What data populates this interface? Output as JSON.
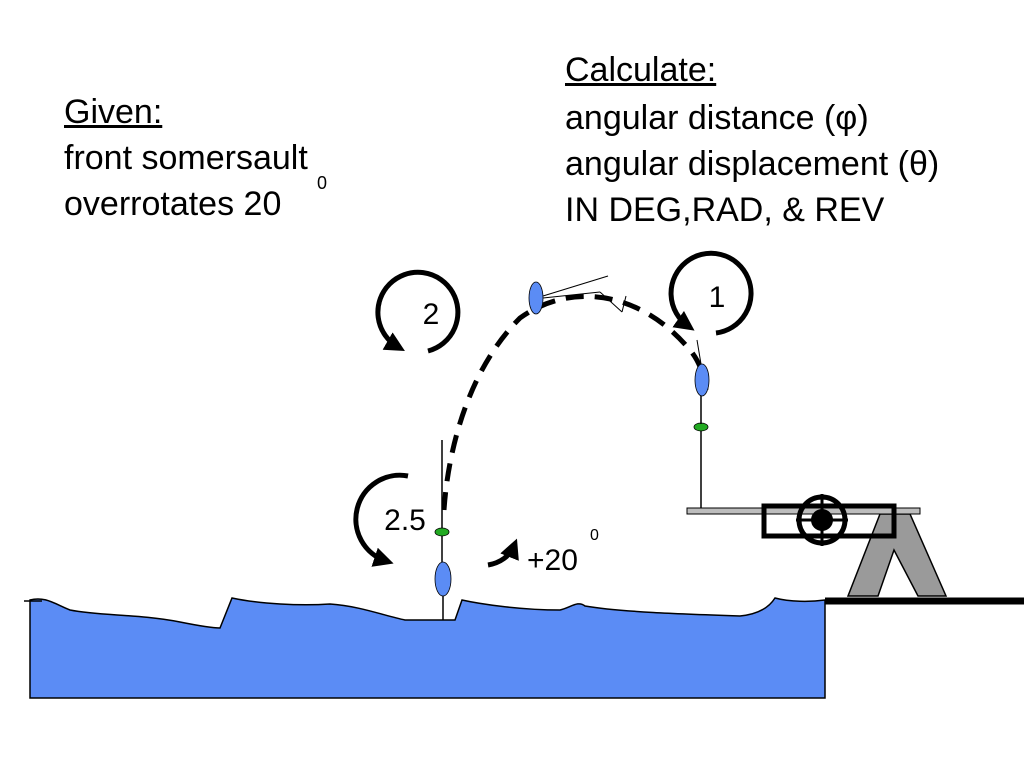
{
  "given": {
    "heading": "Given:",
    "line1": "front somersault",
    "line2": "overrotates 20",
    "line2_sup": "0"
  },
  "calculate": {
    "heading": "Calculate:",
    "line1": "angular distance (φ)",
    "line2": "angular displacement (θ)",
    "line3": "IN DEG,RAD, & REV"
  },
  "rotation_markers": [
    {
      "label": "1"
    },
    {
      "label": "2"
    },
    {
      "label": "2.5"
    }
  ],
  "overrotation": {
    "label": "+20",
    "sup": "0"
  },
  "colors": {
    "water": "#5b8cf5",
    "diver_body": "#5b8cf5",
    "diver_joint": "#22aa22",
    "board_stand": "#9a9a9a",
    "ink": "#000000"
  }
}
